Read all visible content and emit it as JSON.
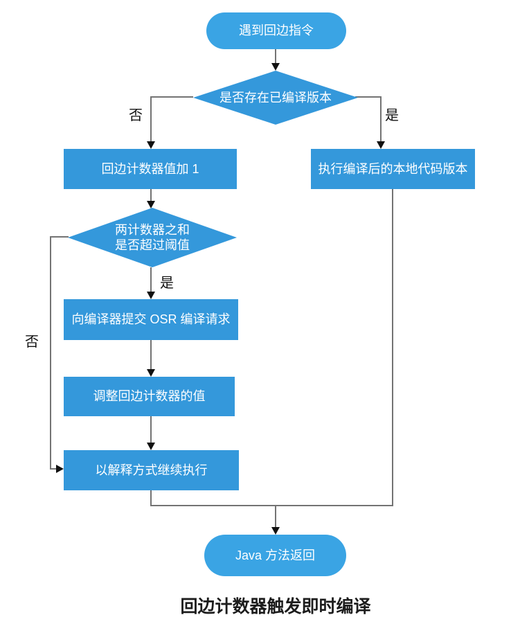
{
  "caption": "回边计数器触发即时编译",
  "flowchart": {
    "nodes": {
      "start": {
        "label": "遇到回边指令"
      },
      "has_compiled": {
        "label": "是否存在已编译版本"
      },
      "inc_counter": {
        "label": "回边计数器值加 1"
      },
      "exec_native": {
        "label": "执行编译后的本地代码版本"
      },
      "threshold": {
        "line1": "两计数器之和",
        "line2": "是否超过阈值"
      },
      "submit_osr": {
        "label": "向编译器提交 OSR 编译请求"
      },
      "adjust_counter": {
        "label": "调整回边计数器的值"
      },
      "interpret": {
        "label": "以解释方式继续执行"
      },
      "end": {
        "label": "Java 方法返回"
      }
    },
    "edge_labels": {
      "no_compiled": "否",
      "yes_compiled": "是",
      "yes_threshold": "是",
      "no_threshold": "否"
    },
    "colors": {
      "node_fill": "#3498db",
      "terminal_fill": "#3aa4e4",
      "line": "#737373",
      "arrow": "#111111",
      "node_text": "#ffffff",
      "label_text": "#111111"
    }
  }
}
